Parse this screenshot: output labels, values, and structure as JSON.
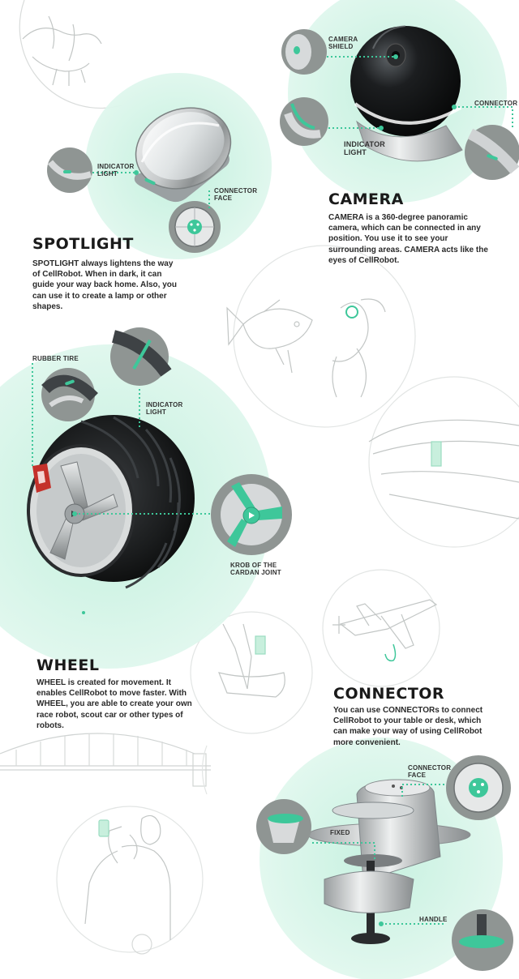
{
  "sections": {
    "spotlight": {
      "title": "SPOTLIGHT",
      "description": "SPOTLIGHT always lightens the way of CellRobot. When in dark, it can guide your way back home. Also, you can use it to create a lamp or other shapes.",
      "callouts": {
        "indicator_light": "INDICATOR LIGHT",
        "connector_face": "CONNECTOR FACE"
      }
    },
    "camera": {
      "title": "CAMERA",
      "description": "CAMERA is a 360-degree panoramic camera, which can be connected in any position. You use it to see your surrounding areas. CAMERA acts like the eyes of CellRobot.",
      "callouts": {
        "camera_shield": "CAMERA SHIELD",
        "connector": "CONNECTOR",
        "indicator_light": "INDICATOR LIGHT"
      }
    },
    "wheel": {
      "title": "WHEEL",
      "description": "WHEEL is created for movement. It enables CellRobot to move faster. With WHEEL, you are able to create your own race robot, scout car or other types of robots.",
      "callouts": {
        "rubber_tire": "RUBBER TIRE",
        "indicator_light": "INDICATOR LIGHT",
        "knob": "KROB OF THE CARDAN JOINT"
      }
    },
    "connector": {
      "title": "CONNECTOR",
      "description": "You can use CONNECTORs to connect CellRobot to your table or desk, which can make your way of using CellRobot more convenient.",
      "callouts": {
        "connector_face": "CONNECTOR FACE",
        "fixed": "FIXED",
        "handle": "HANDLE"
      }
    }
  },
  "colors": {
    "accent": "#3ec79a",
    "glow": "#cdf3e4",
    "circle_gray": "#8f9593",
    "sketch": "#b9bdbc",
    "dark": "#1d1f20"
  }
}
